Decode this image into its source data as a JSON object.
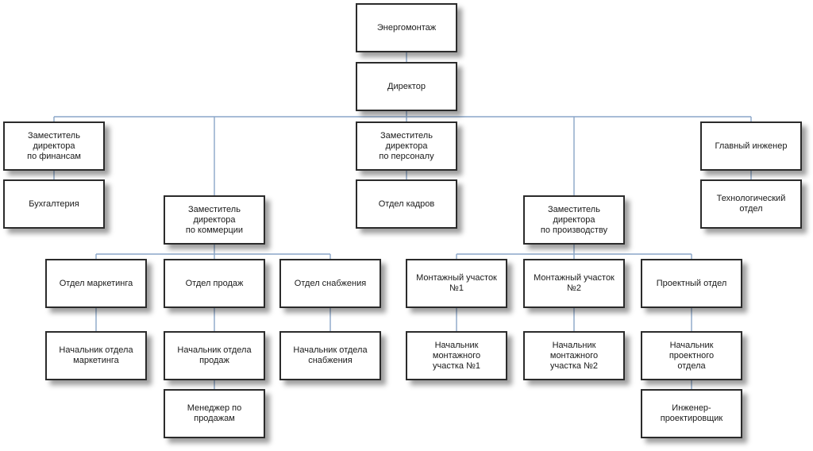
{
  "line_color": "#8aa6c8",
  "nodes": {
    "root": "Энергомонтаж",
    "director": "Директор",
    "dep_finance": "Заместитель директора\nпо финансам",
    "accounting": "Бухгалтерия",
    "dep_commerce": "Заместитель директора\nпо коммерции",
    "dep_personnel": "Заместитель директора\nпо персоналу",
    "hr_dept": "Отдел кадров",
    "dep_production": "Заместитель директора\nпо производству",
    "chief_engineer": "Главный инженер",
    "tech_dept": "Технологический отдел",
    "marketing_dept": "Отдел маркетинга",
    "marketing_head": "Начальник отдела\nмаркетинга",
    "sales_dept": "Отдел продаж",
    "sales_head": "Начальник отдела\nпродаж",
    "sales_manager": "Менеджер по продажам",
    "supply_dept": "Отдел снабжения",
    "supply_head": "Начальник отдела\nснабжения",
    "site1": "Монтажный участок №1",
    "site1_head": "Начальник монтажного\nучастка №1",
    "site2": "Монтажный участок №2",
    "site2_head": "Начальник монтажного\nучастка №2",
    "design_dept": "Проектный отдел",
    "design_head": "Начальник проектного\nотдела",
    "design_engineer": "Инженер-проектировщик"
  }
}
